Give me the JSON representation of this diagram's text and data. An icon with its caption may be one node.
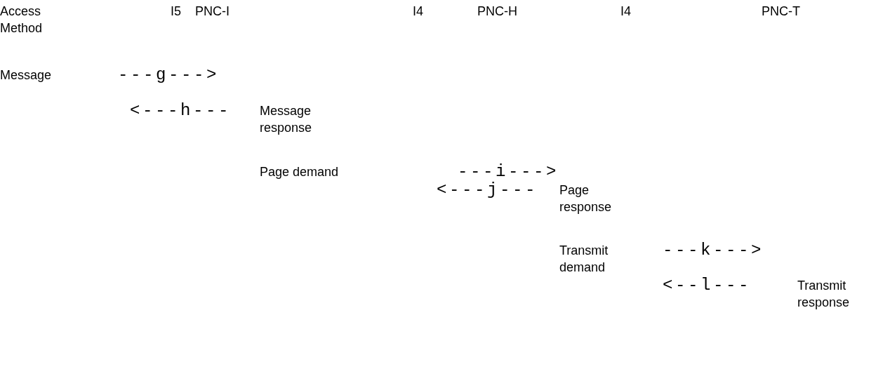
{
  "diagram": {
    "labels": [
      "Access Method",
      "I5",
      "PNC-I",
      "I4",
      "PNC-H",
      "I4",
      "PNC-T",
      "Message",
      "---g--->",
      "<---h---",
      "Message response",
      "Page demand",
      "---i--->",
      "<---j---",
      "Page response",
      "Transmit demand",
      "---k--->",
      "<--l---",
      "Transmit response"
    ]
  }
}
